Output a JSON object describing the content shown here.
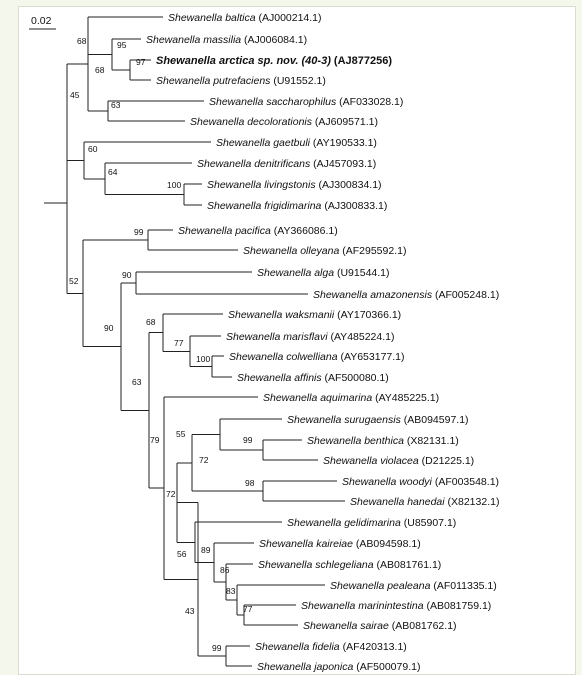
{
  "figure": {
    "scale_label": "0.02",
    "leaves": [
      {
        "species": "Shewanella baltica",
        "accession": "(AJ000214.1)"
      },
      {
        "species": "Shewanella massilia",
        "accession": "(AJ006084.1)"
      },
      {
        "species": "Shewanella arctica sp. nov. (40-3)",
        "accession": "(AJ877256)",
        "bold": true
      },
      {
        "species": "Shewanella putrefaciens",
        "accession": "(U91552.1)"
      },
      {
        "species": "Shewanella saccharophilus",
        "accession": "(AF033028.1)"
      },
      {
        "species": "Shewanella decolorationis",
        "accession": "(AJ609571.1)"
      },
      {
        "species": "Shewanella gaetbuli",
        "accession": "(AY190533.1)"
      },
      {
        "species": "Shewanella denitrificans",
        "accession": "(AJ457093.1)"
      },
      {
        "species": "Shewanella livingstonis",
        "accession": "(AJ300834.1)"
      },
      {
        "species": "Shewanella frigidimarina",
        "accession": "(AJ300833.1)"
      },
      {
        "species": "Shewanella pacifica",
        "accession": "(AY366086.1)"
      },
      {
        "species": "Shewanella olleyana",
        "accession": "(AF295592.1)"
      },
      {
        "species": "Shewanella alga",
        "accession": "(U91544.1)"
      },
      {
        "species": "Shewanella amazonensis",
        "accession": "(AF005248.1)"
      },
      {
        "species": "Shewanella waksmanii",
        "accession": "(AY170366.1)"
      },
      {
        "species": "Shewanella marisflavi",
        "accession": "(AY485224.1)"
      },
      {
        "species": "Shewanella colwelliana",
        "accession": "(AY653177.1)"
      },
      {
        "species": "Shewanella affinis",
        "accession": "(AF500080.1)"
      },
      {
        "species": "Shewanella aquimarina",
        "accession": "(AY485225.1)"
      },
      {
        "species": "Shewanella surugaensis",
        "accession": "(AB094597.1)"
      },
      {
        "species": "Shewanella benthica",
        "accession": "(X82131.1)"
      },
      {
        "species": "Shewanella violacea",
        "accession": "(D21225.1)"
      },
      {
        "species": "Shewanella woodyi",
        "accession": "(AF003548.1)"
      },
      {
        "species": "Shewanella hanedai",
        "accession": "(X82132.1)"
      },
      {
        "species": "Shewanella gelidimarina",
        "accession": "(U85907.1)"
      },
      {
        "species": "Shewanella kaireiae",
        "accession": "(AB094598.1)"
      },
      {
        "species": "Shewanella schlegeliana",
        "accession": "(AB081761.1)"
      },
      {
        "species": "Shewanella pealeana",
        "accession": "(AF011335.1)"
      },
      {
        "species": "Shewanella marinintestina",
        "accession": "(AB081759.1)"
      },
      {
        "species": "Shewanella sairae",
        "accession": "(AB081762.1)"
      },
      {
        "species": "Shewanella fidelia",
        "accession": "(AF420313.1)"
      },
      {
        "species": "Shewanella japonica",
        "accession": "(AF500079.1)"
      }
    ],
    "bootstrap_values": [
      "68",
      "95",
      "97",
      "68",
      "63",
      "45",
      "60",
      "64",
      "100",
      "99",
      "52",
      "90",
      "90",
      "68",
      "77",
      "100",
      "63",
      "79",
      "55",
      "99",
      "72",
      "98",
      "72",
      "56",
      "89",
      "86",
      "83",
      "77",
      "43",
      "99"
    ]
  }
}
